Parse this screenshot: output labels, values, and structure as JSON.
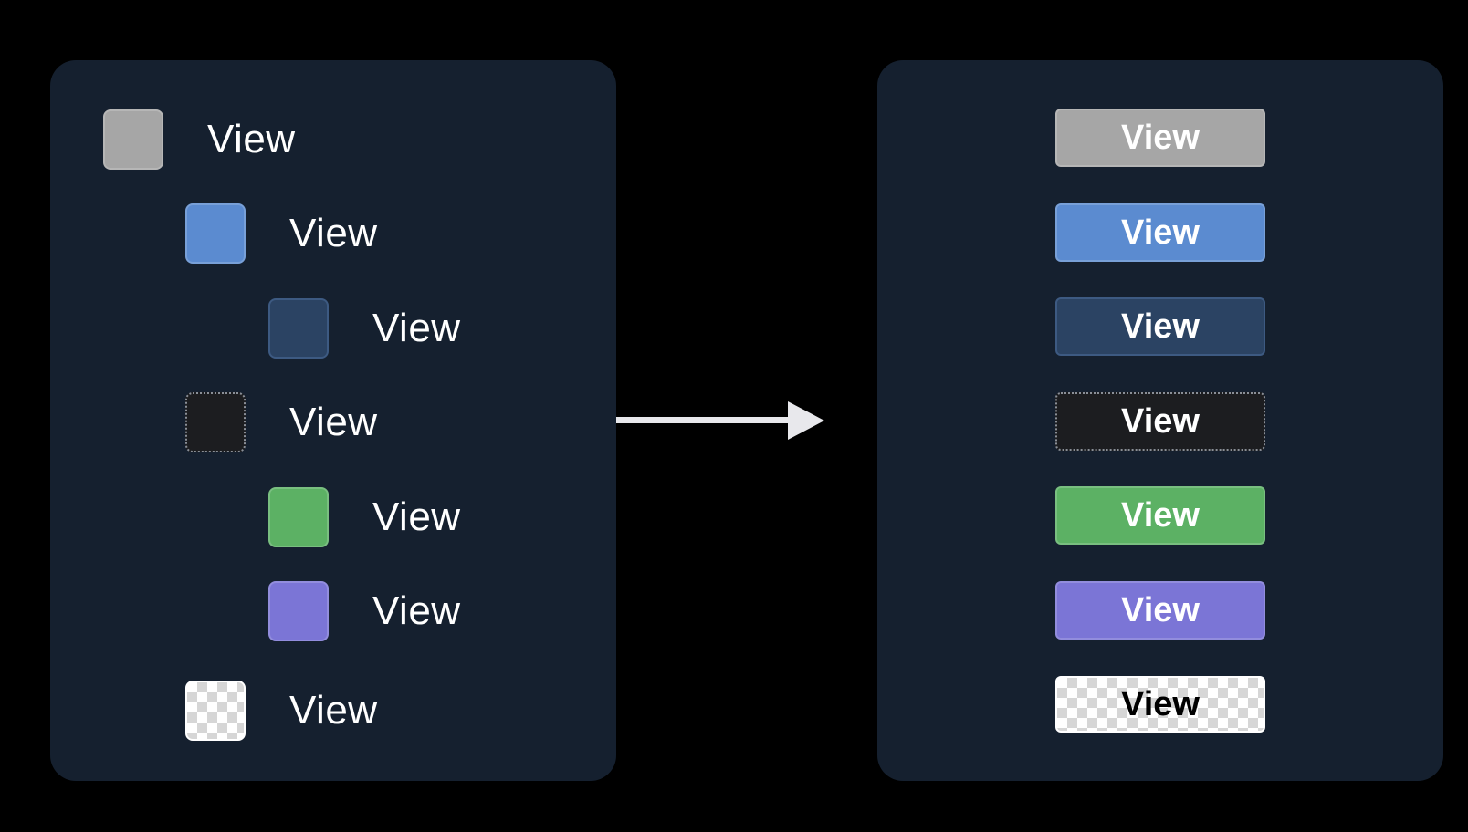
{
  "hierarchy": {
    "items": [
      {
        "label": "View",
        "color": "#a6a6a6",
        "style": "solid"
      },
      {
        "label": "View",
        "color": "#5b8bd0",
        "style": "solid"
      },
      {
        "label": "View",
        "color": "#2b4363",
        "style": "solid"
      },
      {
        "label": "View",
        "color": "#1c1d20",
        "style": "dotted"
      },
      {
        "label": "View",
        "color": "#5cb164",
        "style": "solid"
      },
      {
        "label": "View",
        "color": "#7b75d6",
        "style": "solid"
      },
      {
        "label": "View",
        "color": "#ffffff",
        "style": "checkerboard"
      }
    ]
  },
  "flattened": {
    "items": [
      {
        "label": "View",
        "color": "#a6a6a6",
        "style": "solid"
      },
      {
        "label": "View",
        "color": "#5b8bd0",
        "style": "solid"
      },
      {
        "label": "View",
        "color": "#2b4363",
        "style": "solid"
      },
      {
        "label": "View",
        "color": "#1c1d20",
        "style": "dotted"
      },
      {
        "label": "View",
        "color": "#5cb164",
        "style": "solid"
      },
      {
        "label": "View",
        "color": "#7b75d6",
        "style": "solid"
      },
      {
        "label": "View",
        "color": "#ffffff",
        "style": "checkerboard"
      }
    ]
  },
  "arrow": {
    "icon": "arrow-right-icon",
    "color": "#e8e8ec"
  },
  "colors": {
    "background": "#000000",
    "panel": "#15202f",
    "text": "#ffffff"
  }
}
